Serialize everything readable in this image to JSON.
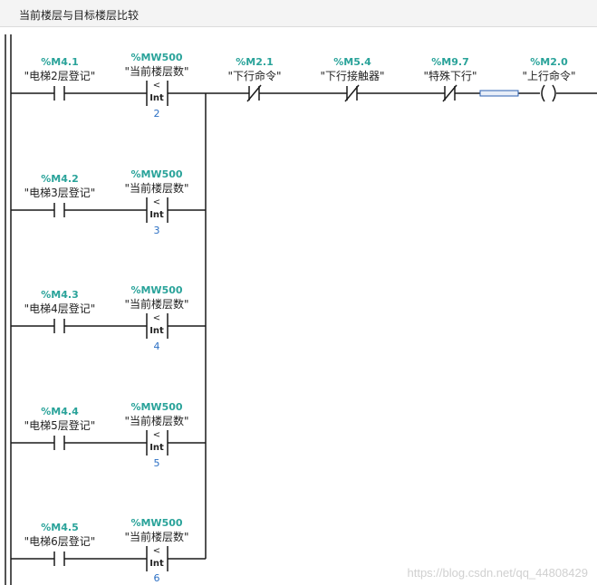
{
  "network": {
    "title": "当前楼层与目标楼层比较"
  },
  "rungs": [
    {
      "contact": {
        "address": "%M4.1",
        "symbol": "\"电梯2层登记\""
      },
      "compare": {
        "address": "%MW500",
        "symbol": "\"当前楼层数\"",
        "operator": "<",
        "type": "Int",
        "value": "2"
      }
    },
    {
      "contact": {
        "address": "%M4.2",
        "symbol": "\"电梯3层登记\""
      },
      "compare": {
        "address": "%MW500",
        "symbol": "\"当前楼层数\"",
        "operator": "<",
        "type": "Int",
        "value": "3"
      }
    },
    {
      "contact": {
        "address": "%M4.3",
        "symbol": "\"电梯4层登记\""
      },
      "compare": {
        "address": "%MW500",
        "symbol": "\"当前楼层数\"",
        "operator": "<",
        "type": "Int",
        "value": "4"
      }
    },
    {
      "contact": {
        "address": "%M4.4",
        "symbol": "\"电梯5层登记\""
      },
      "compare": {
        "address": "%MW500",
        "symbol": "\"当前楼层数\"",
        "operator": "<",
        "type": "Int",
        "value": "5"
      }
    },
    {
      "contact": {
        "address": "%M4.5",
        "symbol": "\"电梯6层登记\""
      },
      "compare": {
        "address": "%MW500",
        "symbol": "\"当前楼层数\"",
        "operator": "<",
        "type": "Int",
        "value": "6"
      }
    }
  ],
  "series_contacts": [
    {
      "address": "%M2.1",
      "symbol": "\"下行命令\"",
      "kind": "normally-closed"
    },
    {
      "address": "%M5.4",
      "symbol": "\"下行接触器\"",
      "kind": "normally-closed"
    },
    {
      "address": "%M9.7",
      "symbol": "\"特殊下行\"",
      "kind": "normally-closed"
    }
  ],
  "coil": {
    "address": "%M2.0",
    "symbol": "\"上行命令\""
  },
  "watermark": "https://blog.csdn.net/qq_44808429",
  "colors": {
    "address": "#2aa39a",
    "value": "#2b6fc4",
    "wire": "#1a1a1a",
    "connector": "#2b5fb0"
  }
}
